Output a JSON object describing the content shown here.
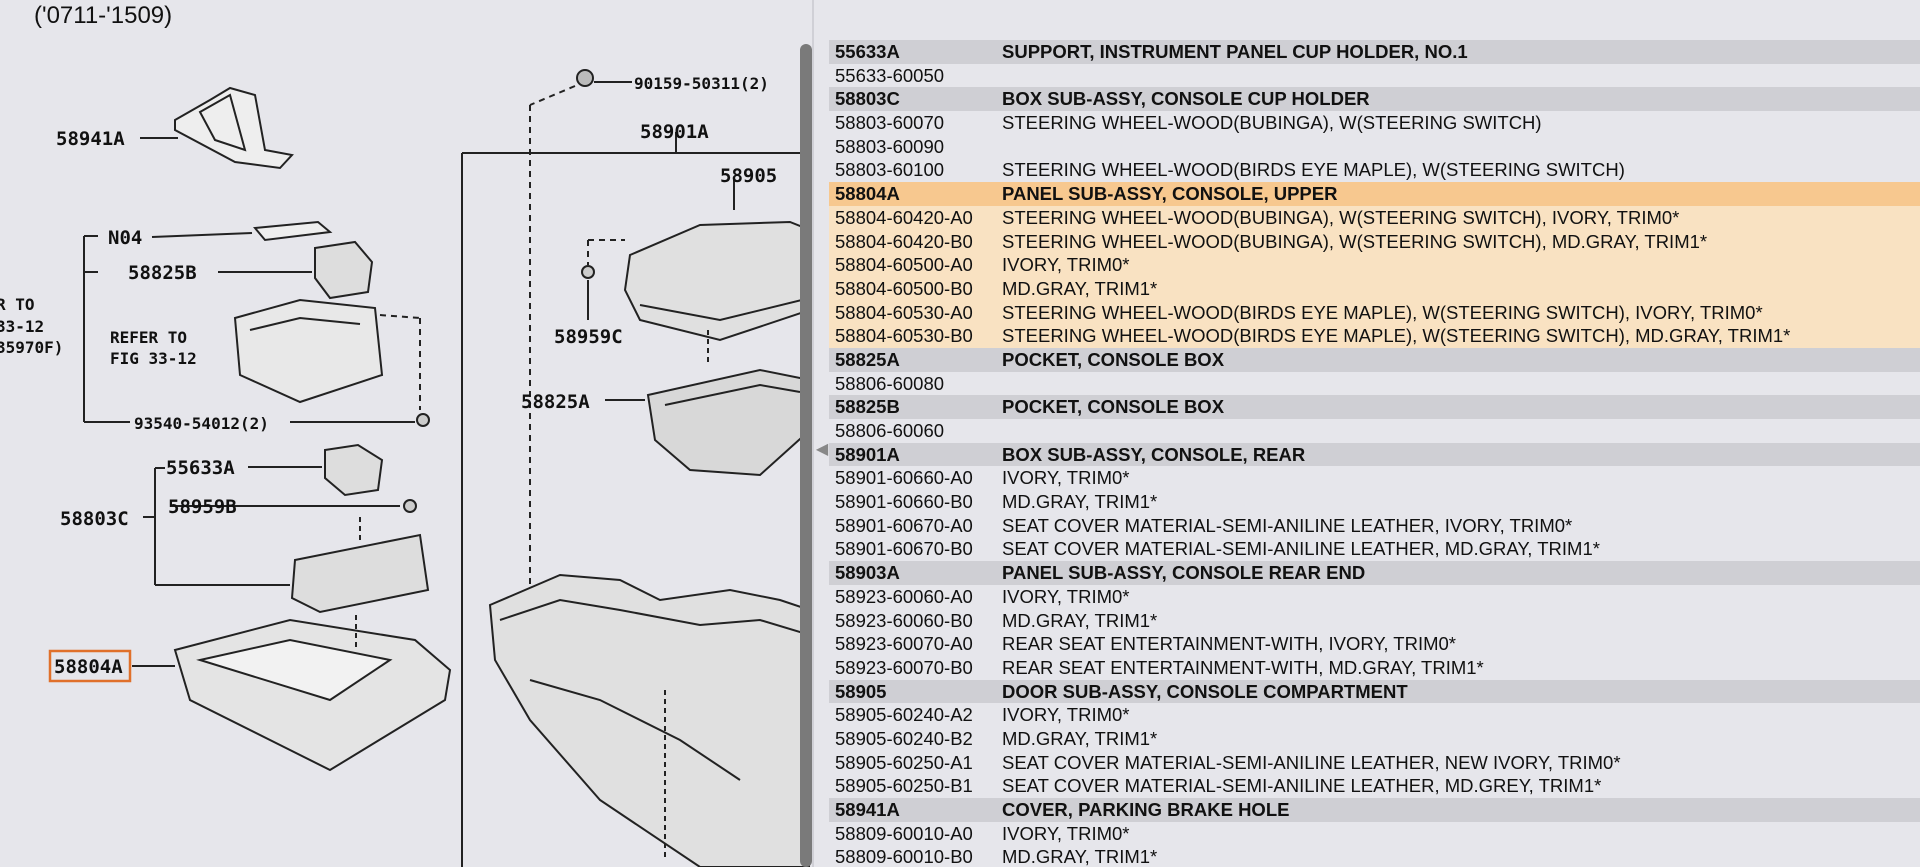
{
  "diagram": {
    "top_label": "('0711-'1509)",
    "callouts": {
      "c58941A": "58941A",
      "c90159": "90159-50311(2)",
      "c58901A": "58901A",
      "c58905": "58905",
      "cN04": "N04",
      "c58825B": "58825B",
      "cRefer1": "R TO",
      "cRefer2": "33-12",
      "cRefer3": "35970F)",
      "cRefer4": "REFER TO",
      "cRefer5": "FIG 33-12",
      "c58959C": "58959C",
      "c58825A": "58825A",
      "c93540": "93540-54012(2)",
      "c55633A": "55633A",
      "c58803C": "58803C",
      "c58959B": "58959B",
      "c58804A": "58804A"
    },
    "highlight_color": "#e0702a"
  },
  "parts": [
    {
      "pn": "55633A",
      "desc": "SUPPORT, INSTRUMENT PANEL CUP HOLDER, NO.1",
      "kind": "header"
    },
    {
      "pn": "55633-60050",
      "desc": "",
      "kind": "plain"
    },
    {
      "pn": "58803C",
      "desc": "BOX SUB-ASSY, CONSOLE CUP HOLDER",
      "kind": "header"
    },
    {
      "pn": "58803-60070",
      "desc": "STEERING WHEEL-WOOD(BUBINGA), W(STEERING SWITCH)",
      "kind": "plain"
    },
    {
      "pn": "58803-60090",
      "desc": "",
      "kind": "plain"
    },
    {
      "pn": "58803-60100",
      "desc": "STEERING WHEEL-WOOD(BIRDS EYE MAPLE), W(STEERING SWITCH)",
      "kind": "plain"
    },
    {
      "pn": "58804A",
      "desc": "PANEL SUB-ASSY, CONSOLE, UPPER",
      "kind": "sel-header"
    },
    {
      "pn": "58804-60420-A0",
      "desc": "STEERING WHEEL-WOOD(BUBINGA), W(STEERING SWITCH), IVORY, TRIM0*",
      "kind": "sel"
    },
    {
      "pn": "58804-60420-B0",
      "desc": "STEERING WHEEL-WOOD(BUBINGA), W(STEERING SWITCH), MD.GRAY, TRIM1*",
      "kind": "sel"
    },
    {
      "pn": "58804-60500-A0",
      "desc": "IVORY, TRIM0*",
      "kind": "sel"
    },
    {
      "pn": "58804-60500-B0",
      "desc": "MD.GRAY, TRIM1*",
      "kind": "sel"
    },
    {
      "pn": "58804-60530-A0",
      "desc": "STEERING WHEEL-WOOD(BIRDS EYE MAPLE), W(STEERING SWITCH), IVORY, TRIM0*",
      "kind": "sel"
    },
    {
      "pn": "58804-60530-B0",
      "desc": "STEERING WHEEL-WOOD(BIRDS EYE MAPLE), W(STEERING SWITCH), MD.GRAY, TRIM1*",
      "kind": "sel"
    },
    {
      "pn": "58825A",
      "desc": "POCKET, CONSOLE BOX",
      "kind": "header"
    },
    {
      "pn": "58806-60080",
      "desc": "",
      "kind": "plain"
    },
    {
      "pn": "58825B",
      "desc": "POCKET, CONSOLE BOX",
      "kind": "header"
    },
    {
      "pn": "58806-60060",
      "desc": "",
      "kind": "plain"
    },
    {
      "pn": "58901A",
      "desc": "BOX SUB-ASSY, CONSOLE, REAR",
      "kind": "header"
    },
    {
      "pn": "58901-60660-A0",
      "desc": "IVORY, TRIM0*",
      "kind": "plain"
    },
    {
      "pn": "58901-60660-B0",
      "desc": "MD.GRAY, TRIM1*",
      "kind": "plain"
    },
    {
      "pn": "58901-60670-A0",
      "desc": "SEAT COVER MATERIAL-SEMI-ANILINE LEATHER, IVORY, TRIM0*",
      "kind": "plain"
    },
    {
      "pn": "58901-60670-B0",
      "desc": "SEAT COVER MATERIAL-SEMI-ANILINE LEATHER, MD.GRAY, TRIM1*",
      "kind": "plain"
    },
    {
      "pn": "58903A",
      "desc": "PANEL SUB-ASSY, CONSOLE REAR END",
      "kind": "header"
    },
    {
      "pn": "58923-60060-A0",
      "desc": "IVORY, TRIM0*",
      "kind": "plain"
    },
    {
      "pn": "58923-60060-B0",
      "desc": "MD.GRAY, TRIM1*",
      "kind": "plain"
    },
    {
      "pn": "58923-60070-A0",
      "desc": "REAR SEAT ENTERTAINMENT-WITH, IVORY, TRIM0*",
      "kind": "plain"
    },
    {
      "pn": "58923-60070-B0",
      "desc": "REAR SEAT ENTERTAINMENT-WITH, MD.GRAY, TRIM1*",
      "kind": "plain"
    },
    {
      "pn": "58905",
      "desc": "DOOR SUB-ASSY, CONSOLE COMPARTMENT",
      "kind": "header"
    },
    {
      "pn": "58905-60240-A2",
      "desc": "IVORY, TRIM0*",
      "kind": "plain"
    },
    {
      "pn": "58905-60240-B2",
      "desc": "MD.GRAY, TRIM1*",
      "kind": "plain"
    },
    {
      "pn": "58905-60250-A1",
      "desc": "SEAT COVER MATERIAL-SEMI-ANILINE LEATHER, NEW IVORY, TRIM0*",
      "kind": "plain"
    },
    {
      "pn": "58905-60250-B1",
      "desc": "SEAT COVER MATERIAL-SEMI-ANILINE LEATHER, MD.GREY, TRIM1*",
      "kind": "plain"
    },
    {
      "pn": "58941A",
      "desc": "COVER, PARKING BRAKE HOLE",
      "kind": "header"
    },
    {
      "pn": "58809-60010-A0",
      "desc": "IVORY, TRIM0*",
      "kind": "plain"
    },
    {
      "pn": "58809-60010-B0",
      "desc": "MD.GRAY, TRIM1*",
      "kind": "plain"
    }
  ]
}
